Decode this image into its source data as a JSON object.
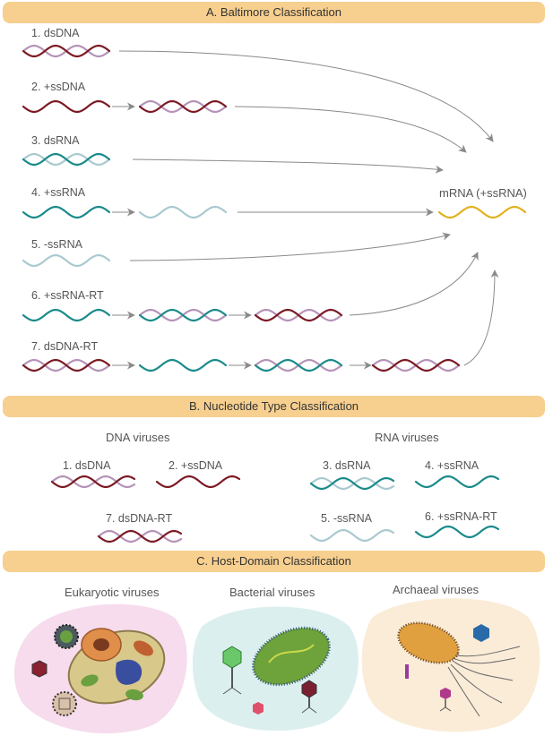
{
  "sectionA": {
    "title": "A. Baltimore Classification",
    "rows": [
      "1. dsDNA",
      "2. +ssDNA",
      "3. dsRNA",
      "4. +ssRNA",
      "5. -ssRNA",
      "6. +ssRNA-RT",
      "7. dsDNA-RT"
    ],
    "target_label": "mRNA (+ssRNA)"
  },
  "sectionB": {
    "title": "B. Nucleotide Type Classification",
    "dna_header": "DNA viruses",
    "rna_header": "RNA viruses",
    "dna_items": [
      "1. dsDNA",
      "2. +ssDNA",
      "7. dsDNA-RT"
    ],
    "rna_items": [
      "3. dsRNA",
      "4. +ssRNA",
      "5. -ssRNA",
      "6. +ssRNA-RT"
    ]
  },
  "sectionC": {
    "title": "C. Host-Domain Classification",
    "groups": [
      "Eukaryotic viruses",
      "Bacterial viruses",
      "Archaeal viruses"
    ]
  },
  "colors": {
    "dna_dark": "#7b1a24",
    "dna_light": "#b592b8",
    "rna_teal": "#1a8a8a",
    "rna_light": "#a9c9cf",
    "mrna": "#e0b21f",
    "banner": "#f7cf8f",
    "arrow": "#8a8a8a",
    "euk_blob": "#f6dced",
    "bac_blob": "#dcefef",
    "arc_blob": "#fbecd8"
  }
}
